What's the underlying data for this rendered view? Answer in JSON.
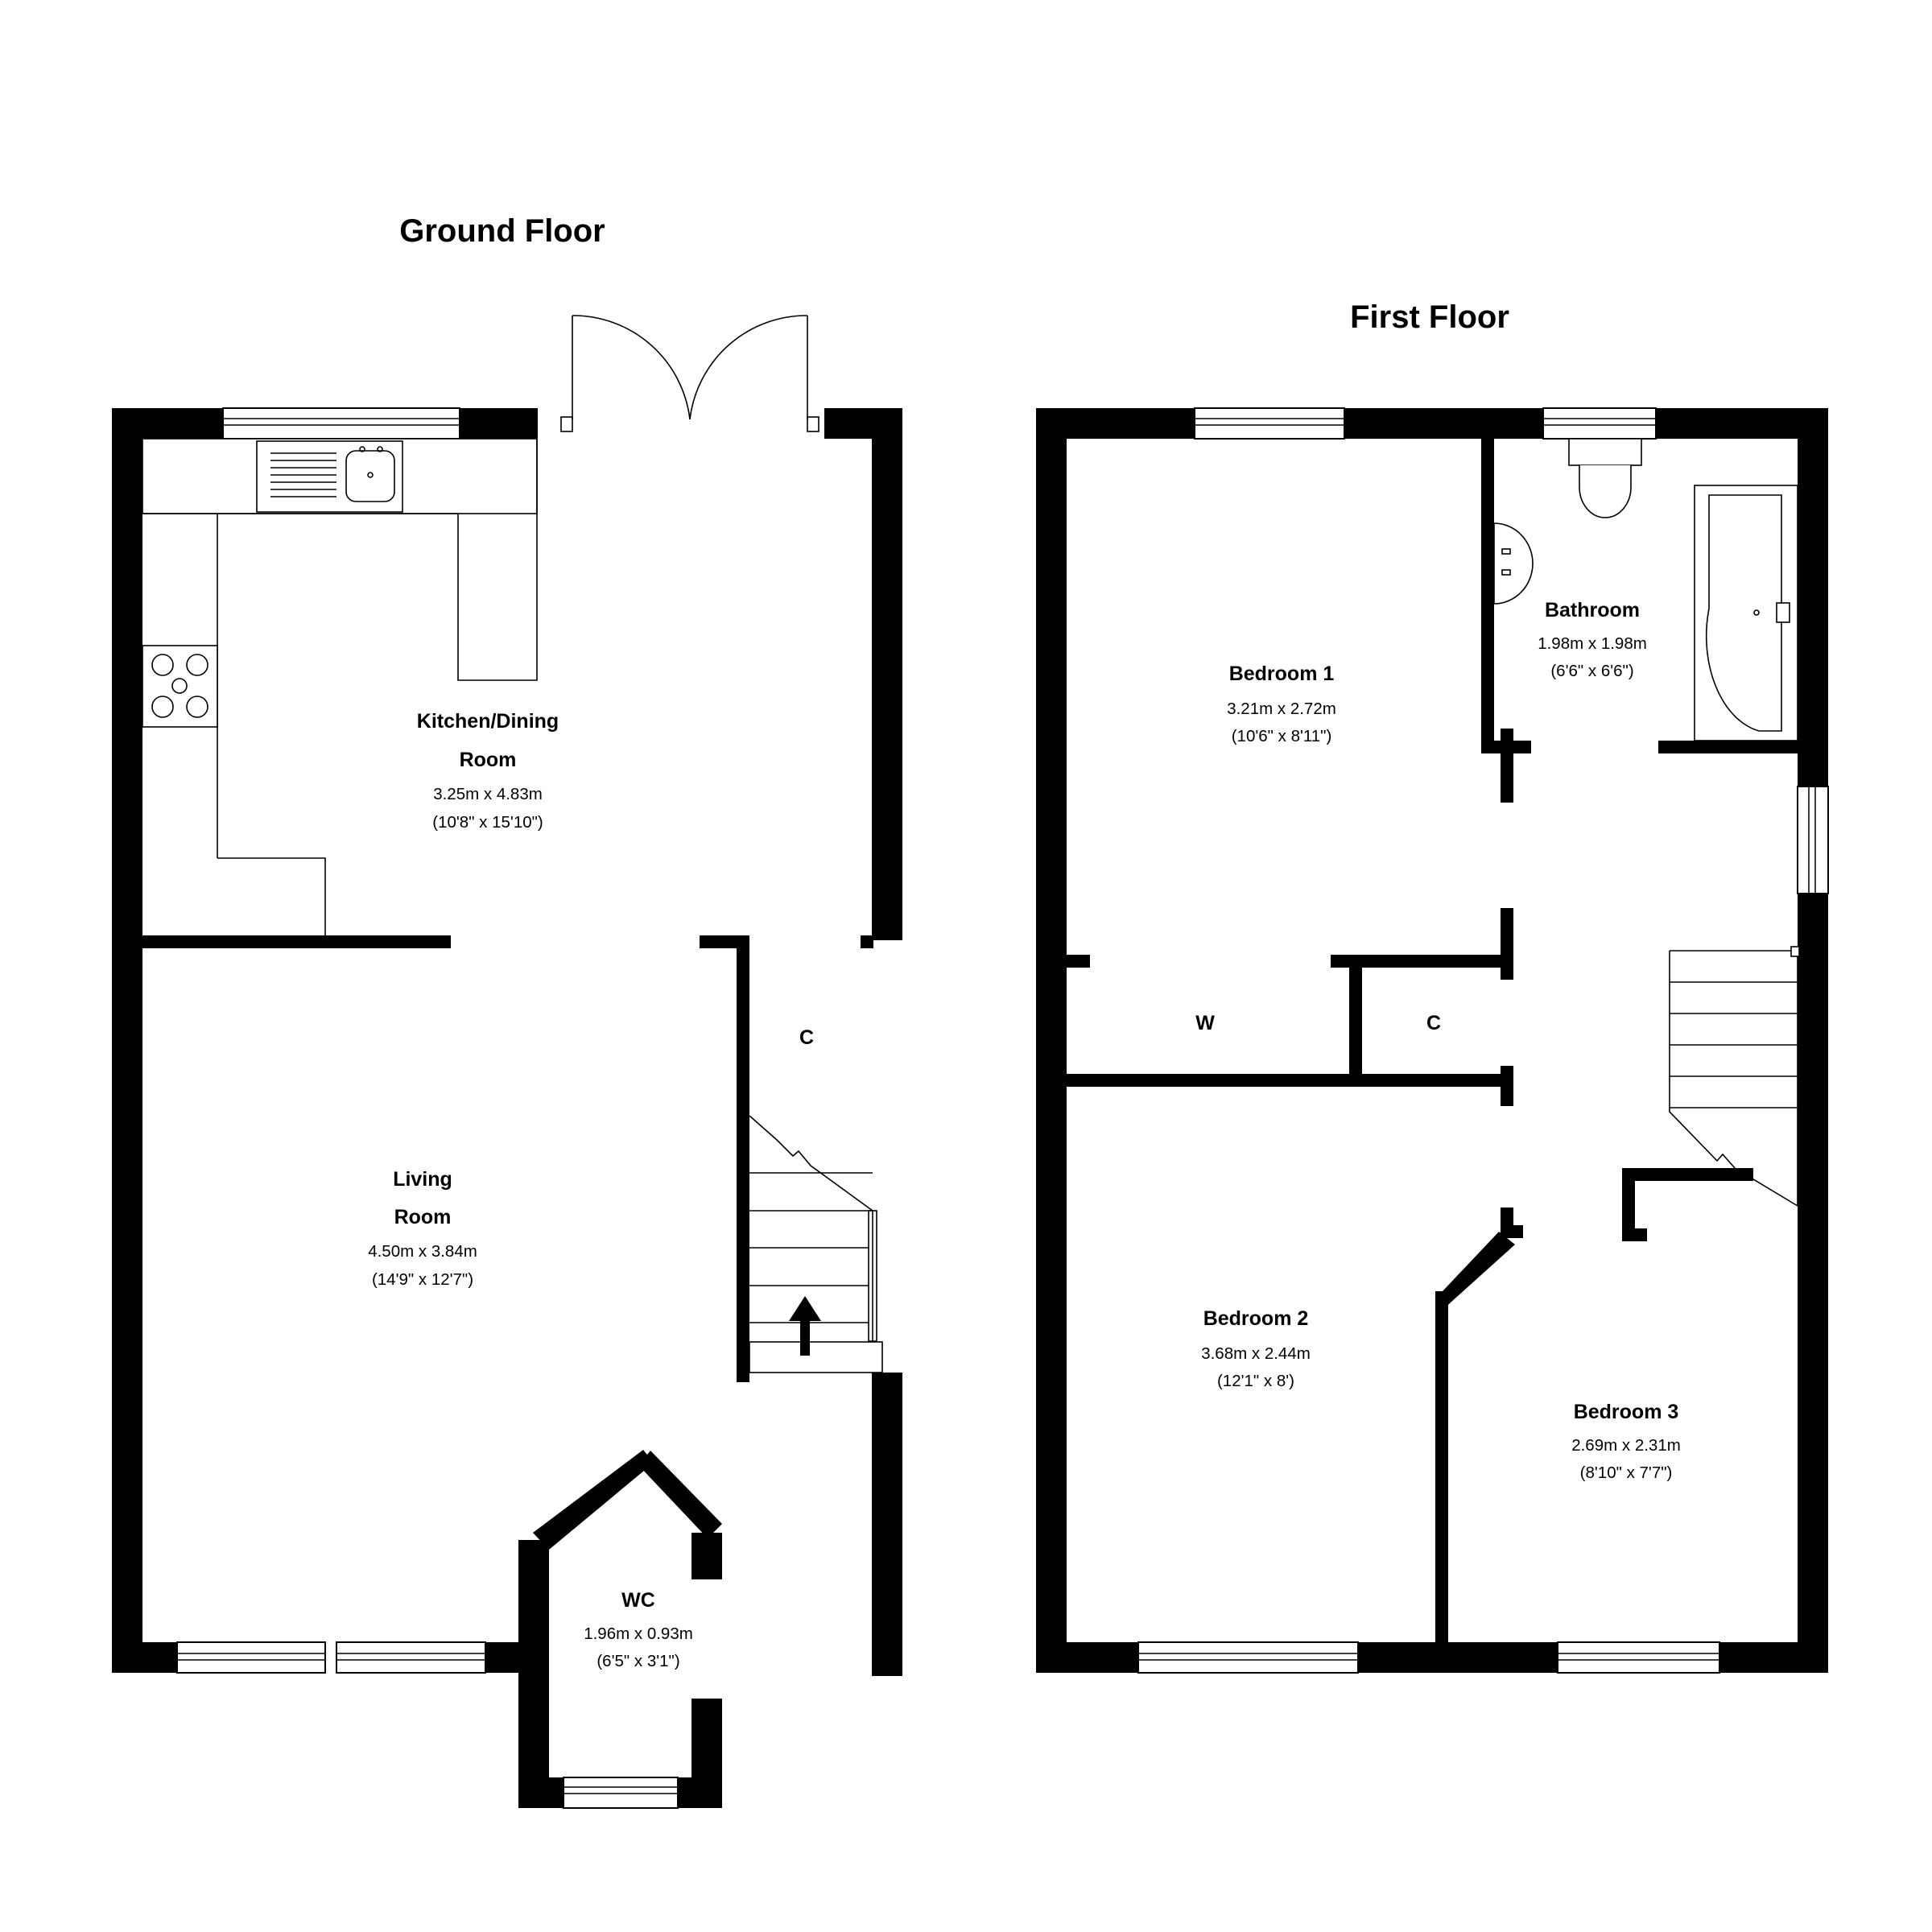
{
  "floors": {
    "ground": {
      "title": "Ground Floor",
      "kitchen": {
        "name_1": "Kitchen/Dining",
        "name_2": "Room",
        "metric": "3.25m x 4.83m",
        "imperial": "(10'8\" x 15'10\")"
      },
      "living": {
        "name_1": "Living",
        "name_2": "Room",
        "metric": "4.50m x 3.84m",
        "imperial": "(14'9\" x 12'7\")"
      },
      "wc": {
        "name": "WC",
        "metric": "1.96m x 0.93m",
        "imperial": "(6'5\" x 3'1\")"
      },
      "cupboard_label": "C"
    },
    "first": {
      "title": "First Floor",
      "bedroom1": {
        "name": "Bedroom 1",
        "metric": "3.21m x 2.72m",
        "imperial": "(10'6\" x 8'11\")"
      },
      "bathroom": {
        "name": "Bathroom",
        "metric": "1.98m x 1.98m",
        "imperial": "(6'6\" x 6'6\")"
      },
      "bedroom2": {
        "name": "Bedroom 2",
        "metric": "3.68m x 2.44m",
        "imperial": "(12'1\" x 8')"
      },
      "bedroom3": {
        "name": "Bedroom 3",
        "metric": "2.69m x 2.31m",
        "imperial": "(8'10\" x 7'7\")"
      },
      "wardrobe_label": "W",
      "cupboard_label": "C"
    }
  },
  "icons": [
    "window-icon",
    "double-door-icon",
    "sink-icon",
    "hob-icon",
    "toilet-icon",
    "bath-icon",
    "basin-icon",
    "staircase-icon",
    "up-arrow-icon"
  ]
}
